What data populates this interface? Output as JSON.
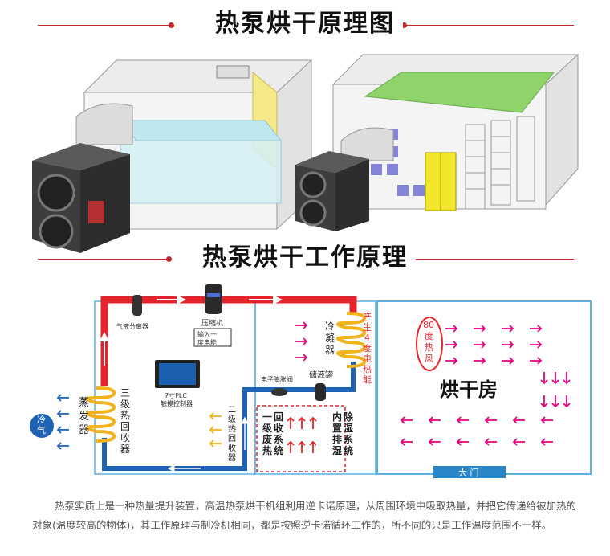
{
  "titles": {
    "top": "热泵烘干原理图",
    "middle": "热泵烘干工作原理"
  },
  "labels": {
    "separator": "气液分离器",
    "compressor": "压缩机",
    "input_power": [
      "输入一",
      "度电能"
    ],
    "condenser": [
      "冷",
      "凝",
      "器"
    ],
    "heat_produce": [
      "产",
      "生",
      "4",
      "度",
      "电",
      "热",
      "能"
    ],
    "evaporator": [
      "蒸",
      "发",
      "器"
    ],
    "heat_recovery3": [
      "三",
      "级",
      "热",
      "回",
      "收",
      "器"
    ],
    "heat_recovery2": [
      "二",
      "级",
      "热",
      "回",
      "收",
      "器"
    ],
    "plc": [
      "7寸PLC",
      "触摸控制器"
    ],
    "expansion_valve": "电子膨胀阀",
    "receiver": "储液罐",
    "heat_recovery1": [
      "一",
      "级",
      "废",
      "热",
      "回",
      "收",
      "系",
      "统"
    ],
    "dehumid": [
      "内",
      "置",
      "排",
      "湿",
      "除",
      "湿",
      "系",
      "统"
    ],
    "cold_air": [
      "冷",
      "气"
    ],
    "hot_air": [
      "80",
      "度",
      "热",
      "风"
    ],
    "drying_room": "烘干房",
    "door": "大 门"
  },
  "caption": "热泵实质上是一种热量提升装置，高温热泵烘干机组利用逆卡诺原理，从周围环境中吸取热量，并把它传递给被加热的对象(温度较高的物体)，其工作原理与制冷机相同，都是按照逆卡诺循环工作的，所不同的只是工作温度范围不一样。",
  "colors": {
    "accent": "#c0292b",
    "hot_pipe": "#e4232b",
    "cold_pipe": "#1e62b5",
    "coil": "#f2b31a",
    "arrow": "#e6007e",
    "room_border": "#5fb0dd",
    "plc_screen": "#1a5fb0"
  }
}
